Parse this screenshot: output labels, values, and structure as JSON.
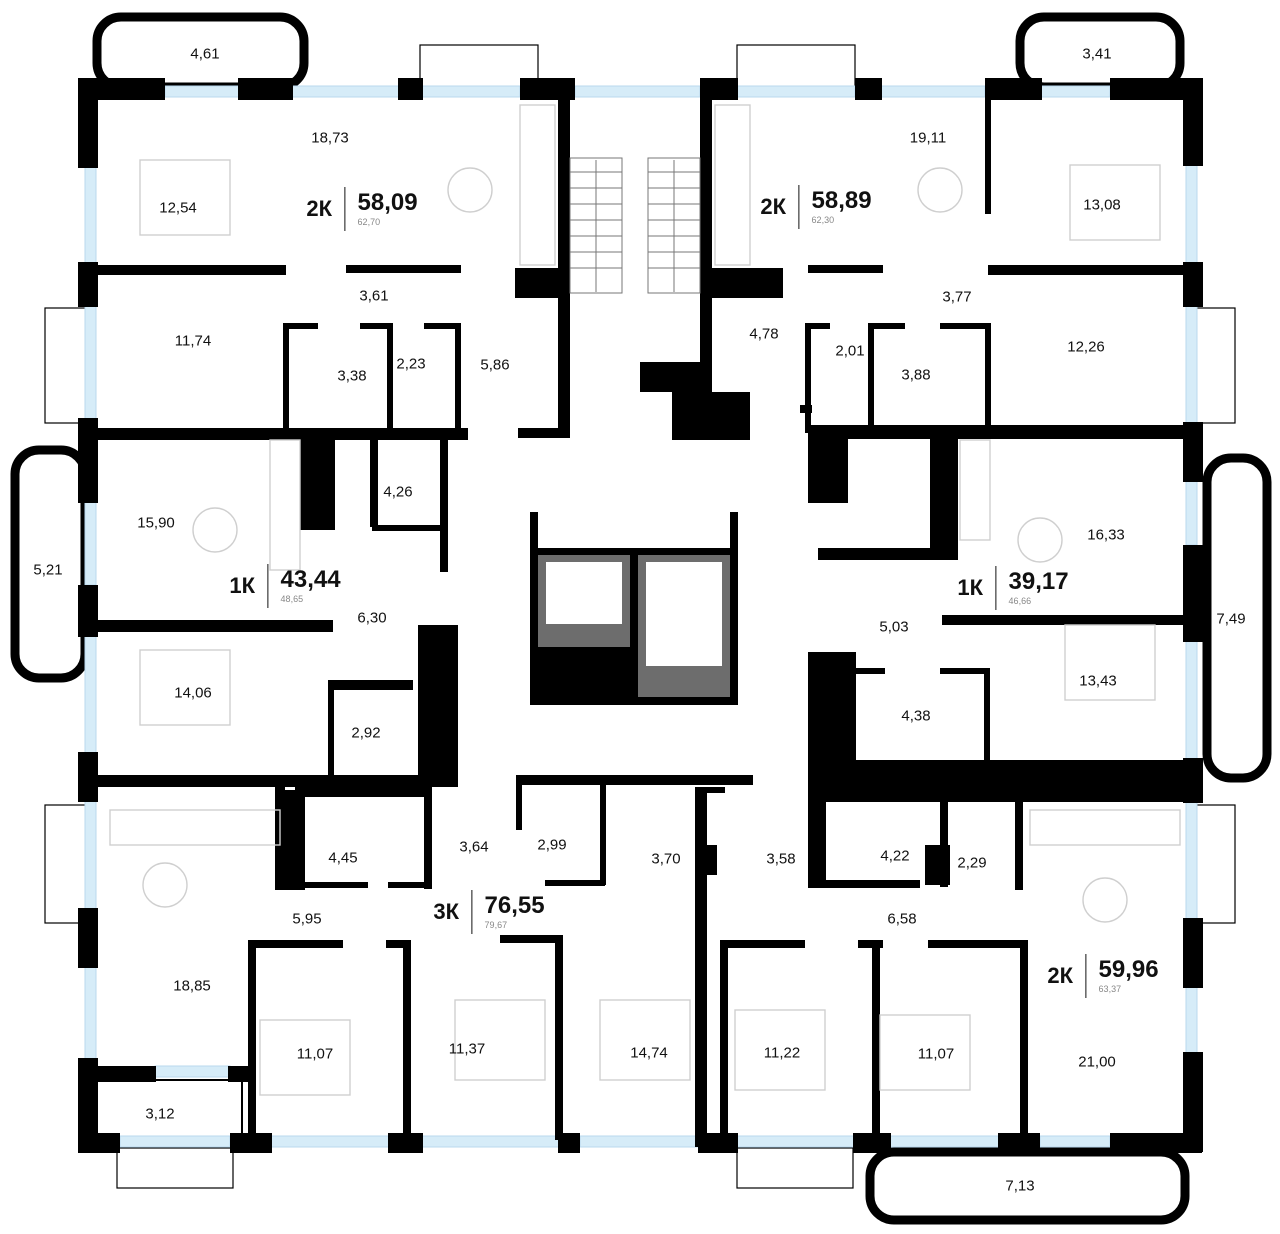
{
  "apartments": [
    {
      "type": "2К",
      "area": "58,09",
      "total": "62,70"
    },
    {
      "type": "2К",
      "area": "58,89",
      "total": "62,30"
    },
    {
      "type": "1К",
      "area": "43,44",
      "total": "48,65"
    },
    {
      "type": "1К",
      "area": "39,17",
      "total": "46,66"
    },
    {
      "type": "3К",
      "area": "76,55",
      "total": "79,67"
    },
    {
      "type": "2К",
      "area": "59,96",
      "total": "63,37"
    }
  ],
  "rooms": [
    "4,61",
    "18,73",
    "12,54",
    "3,61",
    "11,74",
    "3,38",
    "2,23",
    "5,86",
    "3,41",
    "19,11",
    "13,08",
    "4,78",
    "2,01",
    "3,88",
    "3,77",
    "12,26",
    "5,21",
    "15,90",
    "4,26",
    "6,30",
    "14,06",
    "2,92",
    "7,49",
    "16,33",
    "5,03",
    "13,43",
    "4,38",
    "4,45",
    "5,95",
    "18,85",
    "3,12",
    "11,07",
    "3,64",
    "2,99",
    "11,37",
    "3,70",
    "14,74",
    "3,58",
    "4,22",
    "2,29",
    "6,58",
    "11,22",
    "11,07",
    "21,00",
    "7,13"
  ]
}
